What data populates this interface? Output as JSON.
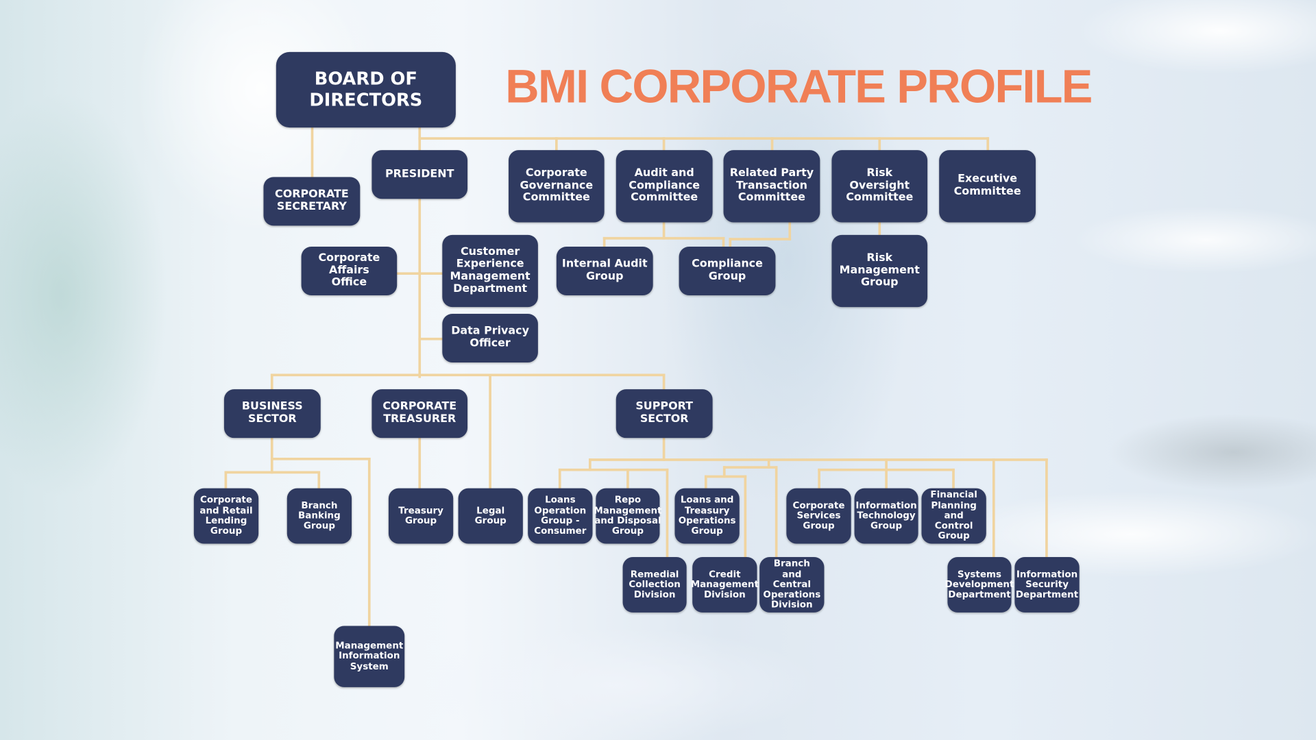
{
  "title": "BMI CORPORATE PROFILE",
  "colors": {
    "title": "#F07F56",
    "box": "#2F3A60",
    "box_text": "#FFFFFF",
    "connector": "#F0D4A0"
  },
  "nodes": {
    "board": "BOARD OF\nDIRECTORS",
    "corporate_secretary": "CORPORATE\nSECRETARY",
    "president": "PRESIDENT",
    "corporate_governance": "Corporate\nGovernance\nCommittee",
    "audit_compliance": "Audit and\nCompliance\nCommittee",
    "related_party": "Related Party\nTransaction\nCommittee",
    "risk_oversight": "Risk Oversight\nCommittee",
    "executive_committee": "Executive\nCommittee",
    "corporate_affairs": "Corporate Affairs\nOffice",
    "customer_experience": "Customer\nExperience\nManagement\nDepartment",
    "data_privacy": "Data Privacy\nOfficer",
    "internal_audit": "Internal Audit\nGroup",
    "compliance_group": "Compliance\nGroup",
    "risk_management": "Risk\nManagement\nGroup",
    "business_sector": "BUSINESS\nSECTOR",
    "corporate_treasurer": "CORPORATE\nTREASURER",
    "support_sector": "SUPPORT\nSECTOR",
    "corporate_retail_lending": "Corporate\nand Retail\nLending\nGroup",
    "branch_banking": "Branch\nBanking\nGroup",
    "treasury_group": "Treasury\nGroup",
    "legal_group": "Legal\nGroup",
    "loans_operation_consumer": "Loans\nOperation\nGroup -\nConsumer",
    "repo_management": "Repo\nManagement\nand Disposal\nGroup",
    "loans_treasury_operations": "Loans and\nTreasury\nOperations\nGroup",
    "corporate_services": "Corporate\nServices\nGroup",
    "information_technology": "Information\nTechnology\nGroup",
    "financial_planning": "Financial\nPlanning\nand Control\nGroup",
    "remedial_collection": "Remedial\nCollection\nDivision",
    "credit_management": "Credit\nManagement\nDivision",
    "branch_central_operations": "Branch and\nCentral\nOperations\nDivision",
    "systems_development": "Systems\nDevelopment\nDepartment",
    "information_security": "Information\nSecurity\nDepartment",
    "management_information_system": "Management\nInformation\nSystem"
  }
}
